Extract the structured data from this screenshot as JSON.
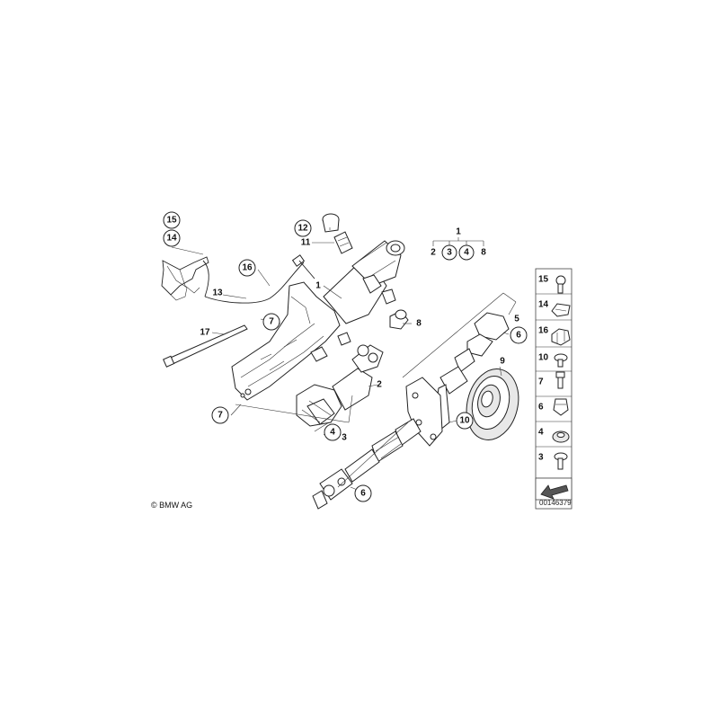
{
  "callouts": [
    {
      "id": "c15",
      "text": "15",
      "circled": true
    },
    {
      "id": "c14",
      "text": "14",
      "circled": true
    },
    {
      "id": "c16",
      "text": "16",
      "circled": true
    },
    {
      "id": "c13",
      "text": "13",
      "circled": false
    },
    {
      "id": "c12",
      "text": "12",
      "circled": true
    },
    {
      "id": "c11",
      "text": "11",
      "circled": false
    },
    {
      "id": "c1a",
      "text": "1",
      "circled": false
    },
    {
      "id": "c7a",
      "text": "7",
      "circled": true
    },
    {
      "id": "c17",
      "text": "17",
      "circled": false
    },
    {
      "id": "c8",
      "text": "8",
      "circled": false
    },
    {
      "id": "c2",
      "text": "2",
      "circled": false
    },
    {
      "id": "c7b",
      "text": "7",
      "circled": true
    },
    {
      "id": "c4a",
      "text": "4",
      "circled": true
    },
    {
      "id": "c3a",
      "text": "3",
      "circled": false
    },
    {
      "id": "c5",
      "text": "5",
      "circled": false
    },
    {
      "id": "c6a",
      "text": "6",
      "circled": true
    },
    {
      "id": "c9",
      "text": "9",
      "circled": false
    },
    {
      "id": "c10",
      "text": "10",
      "circled": true
    },
    {
      "id": "c6b",
      "text": "6",
      "circled": true
    }
  ],
  "set_group": {
    "top": "1",
    "items": [
      "2",
      "3",
      "4",
      "8"
    ],
    "circled": [
      false,
      true,
      true,
      false
    ]
  },
  "side_panel": {
    "items": [
      "15",
      "14",
      "16",
      "10",
      "7",
      "6",
      "4",
      "3"
    ],
    "reference": "00146379"
  },
  "copyright": "© BMW AG"
}
